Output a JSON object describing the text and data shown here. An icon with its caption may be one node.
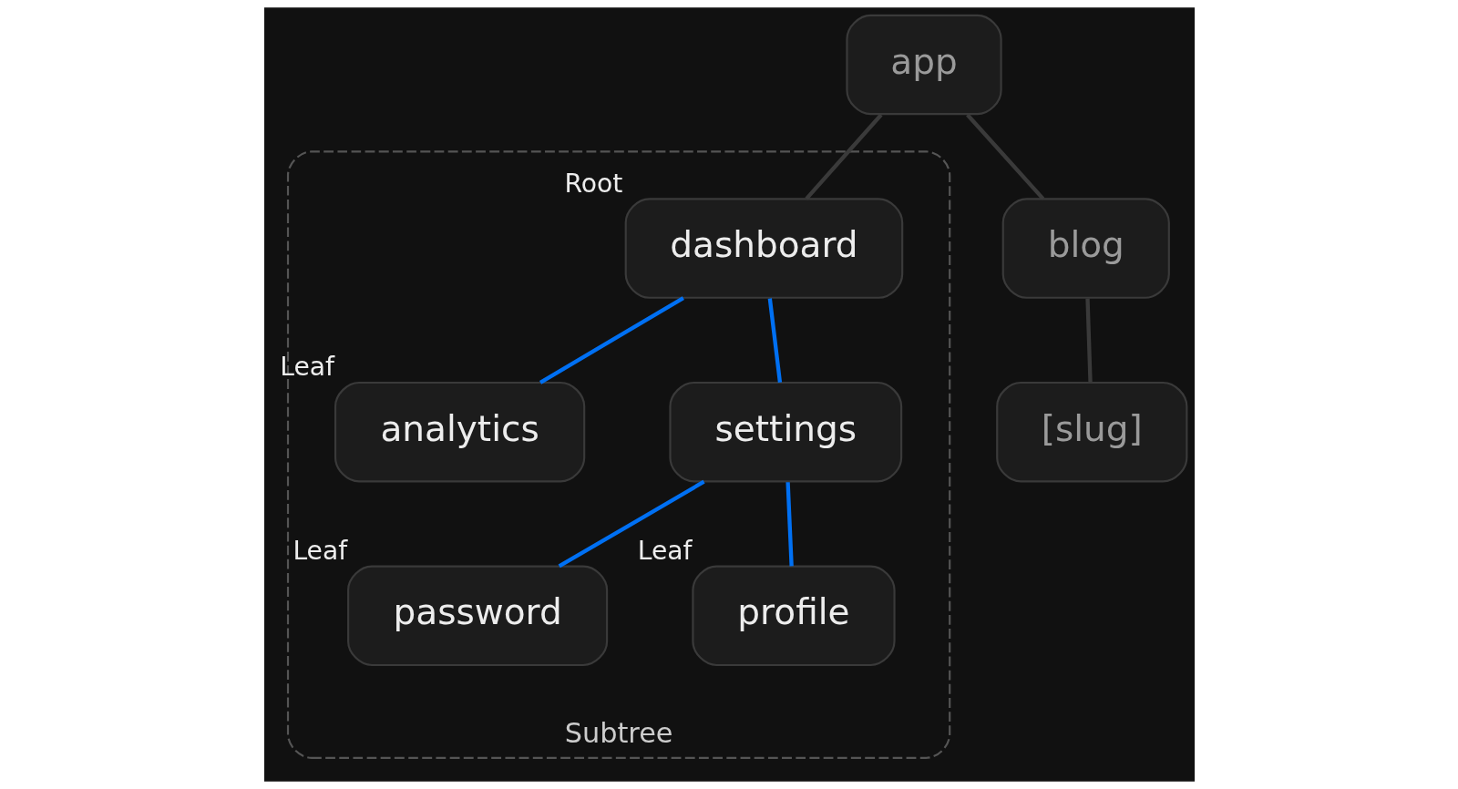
{
  "diagram": {
    "nodes": [
      {
        "text": [
          "app"
        ]
      },
      {
        "text": [
          "blog"
        ]
      },
      {
        "text": [
          "[slug]"
        ]
      },
      {
        "text": [
          "Subtree"
        ]
      },
      {
        "text": [
          "dashboard"
        ],
        "in": 3,
        "beside": [
          "Root"
        ]
      },
      {
        "text": [
          "analytics"
        ],
        "in": 3,
        "beside": [
          "Leaf"
        ]
      },
      {
        "text": [
          "settings"
        ],
        "in": 3
      },
      {
        "text": [
          "password"
        ],
        "in": 3,
        "beside": [
          "Leaf"
        ]
      },
      {
        "text": [
          "profile"
        ],
        "in": 3,
        "beside": [
          "Leaf"
        ]
      }
    ],
    "edges": [
      {
        "from": 0,
        "to": 1,
        "arrow": "none",
        "color": "#3a3a3a"
      },
      {
        "from": 0,
        "to": 4,
        "arrow": "none",
        "color": "#3a3a3a"
      },
      {
        "from": 1,
        "to": 2,
        "arrow": "none",
        "color": "#3a3a3a"
      },
      {
        "from": 4,
        "to": 5,
        "arrow": "none",
        "color": "#0070f3"
      },
      {
        "from": 4,
        "to": 6,
        "arrow": "none",
        "color": "#0070f3"
      },
      {
        "from": 6,
        "to": 7,
        "arrow": "none",
        "color": "#0070f3"
      },
      {
        "from": 6,
        "to": 8,
        "arrow": "none",
        "color": "#0070f3"
      }
    ]
  }
}
